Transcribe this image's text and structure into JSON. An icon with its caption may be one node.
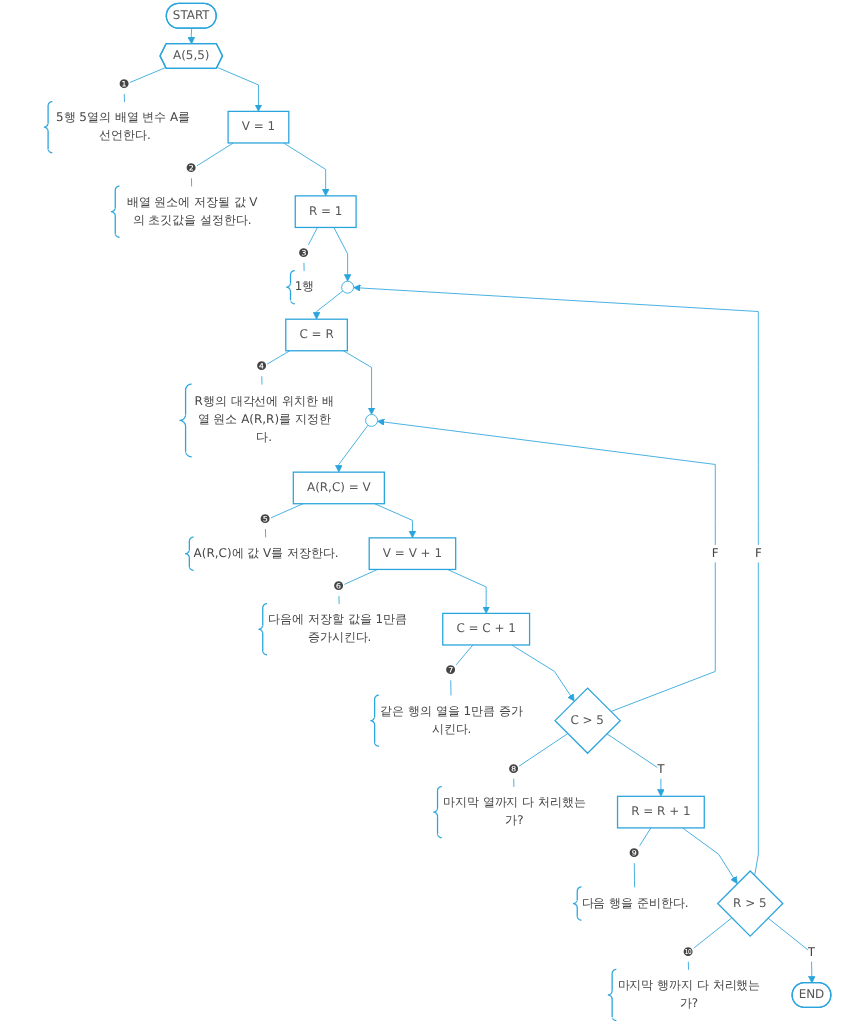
{
  "diagram": {
    "nodes": [
      {
        "text": [
          "START"
        ]
      },
      {
        "text": [
          "A(5,5)"
        ]
      },
      {
        "text": [
          "5행 5열의 배열 변수 A를 선언한다."
        ]
      },
      {
        "text": [
          "V = 1"
        ]
      },
      {
        "text": [
          "배열 원소에 저장될 값 V의 초깃값을 설정한다."
        ]
      },
      {
        "text": [
          "R = 1"
        ]
      },
      {
        "text": [
          "1행"
        ]
      },
      {
        "text": [],
        "shape": "circle"
      },
      {
        "text": [
          "C = R"
        ]
      },
      {
        "text": [
          "R행의 대각선에 위치한 배열 원소 A(R,R)를 지정한다."
        ]
      },
      {
        "text": [],
        "shape": "circle"
      },
      {
        "text": [
          "A(R,C) = V"
        ]
      },
      {
        "text": [
          "A(R,C)에 값 V를 저장한다."
        ]
      },
      {
        "text": [
          "V = V + 1"
        ]
      },
      {
        "text": [
          "다음에 저장할 값을 1만큼 증가시킨다."
        ]
      },
      {
        "text": [
          "C = C + 1"
        ]
      },
      {
        "text": [
          "같은 행의 열을 1만큼 증가시킨다."
        ]
      },
      {
        "text": [
          "C > 5"
        ]
      },
      {
        "text": [
          "마지막 열까지 다 처리했는가?"
        ]
      },
      {
        "text": [
          "R = R + 1"
        ]
      },
      {
        "text": [
          "다음 행을 준비한다."
        ]
      },
      {
        "text": [
          "R > 5"
        ]
      },
      {
        "text": [
          "마지막 행까지 다 처리했는가?"
        ]
      },
      {
        "text": [
          "END"
        ]
      }
    ],
    "edges": [
      {
        "from": 0,
        "to": 1,
        "arrow": "to"
      },
      {
        "from": 1,
        "to": 2,
        "arrow": "none",
        "label": "❶"
      },
      {
        "from": 1,
        "to": 3,
        "arrow": "to"
      },
      {
        "from": 3,
        "to": 4,
        "arrow": "none",
        "label": "❷"
      },
      {
        "from": 3,
        "to": 5,
        "arrow": "to"
      },
      {
        "from": 5,
        "to": 6,
        "arrow": "none",
        "label": "❸"
      },
      {
        "from": 5,
        "to": 7,
        "arrow": "to"
      },
      {
        "from": 7,
        "to": 8,
        "arrow": "to"
      },
      {
        "from": 8,
        "to": 9,
        "arrow": "none",
        "label": "❹"
      },
      {
        "from": 8,
        "to": 10,
        "arrow": "to"
      },
      {
        "from": 10,
        "to": 11,
        "arrow": "to"
      },
      {
        "from": 11,
        "to": 12,
        "arrow": "none",
        "label": "❺"
      },
      {
        "from": 11,
        "to": 13,
        "arrow": "to"
      },
      {
        "from": 13,
        "to": 14,
        "arrow": "none",
        "label": "❻"
      },
      {
        "from": 13,
        "to": 15,
        "arrow": "to"
      },
      {
        "from": 15,
        "to": 16,
        "arrow": "none",
        "label": "❼"
      },
      {
        "from": 15,
        "to": 17,
        "arrow": "to"
      },
      {
        "from": 17,
        "to": 18,
        "arrow": "none",
        "label": "❽"
      },
      {
        "from": 17,
        "to": 10,
        "arrow": "to",
        "label": "F"
      },
      {
        "from": 17,
        "to": 19,
        "arrow": "to",
        "label": "T"
      },
      {
        "from": 19,
        "to": 20,
        "arrow": "none",
        "label": "❾"
      },
      {
        "from": 19,
        "to": 21,
        "arrow": "to"
      },
      {
        "from": 21,
        "to": 22,
        "arrow": "none",
        "label": "❿"
      },
      {
        "from": 21,
        "to": 7,
        "arrow": "to",
        "label": "F"
      },
      {
        "from": 21,
        "to": 23,
        "arrow": "to",
        "label": "T"
      }
    ]
  }
}
